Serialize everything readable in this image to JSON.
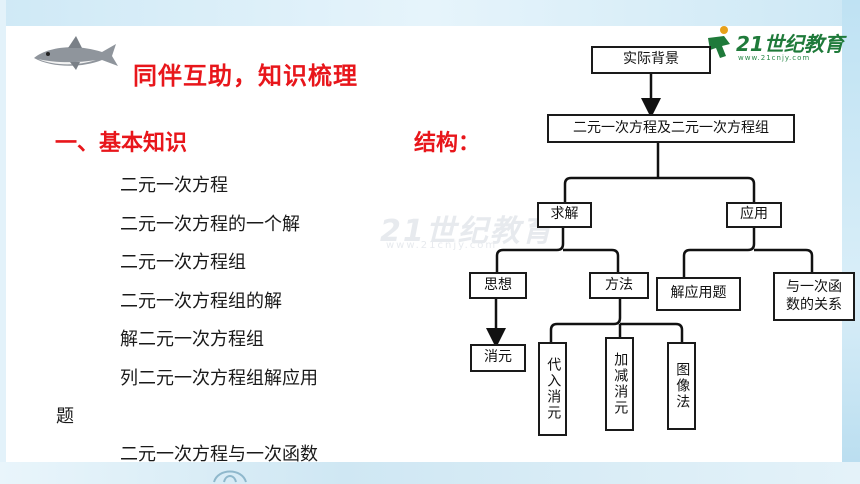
{
  "slide": {
    "title": "同伴互助，知识梳理",
    "section_heading": "一、基本知识",
    "structure_label": "结构：",
    "items": [
      "二元一次方程",
      "二元一次方程的一个解",
      "二元一次方程组",
      "二元一次方程组的解",
      "解二元一次方程组",
      "列二元一次方程组解应用"
    ],
    "item_wrap": "题",
    "last_item": "二元一次方程与一次函数"
  },
  "diagram": {
    "background": "实际背景",
    "root": "二元一次方程及二元一次方程组",
    "solve": "求解",
    "apply": "应用",
    "idea": "思想",
    "method": "方法",
    "app_problem": "解应用题",
    "relation": "与一次函数的关系",
    "elim": "消元",
    "substitution": "代入消元",
    "addsub": "加减消元",
    "graph": "图像法"
  },
  "logo": {
    "brand": "21世纪教育",
    "site": "www.21cnjy.com"
  },
  "colors": {
    "accent_red": "#e8161b",
    "logo_green": "#1f7a3a",
    "watermark": "#e7eaee"
  }
}
